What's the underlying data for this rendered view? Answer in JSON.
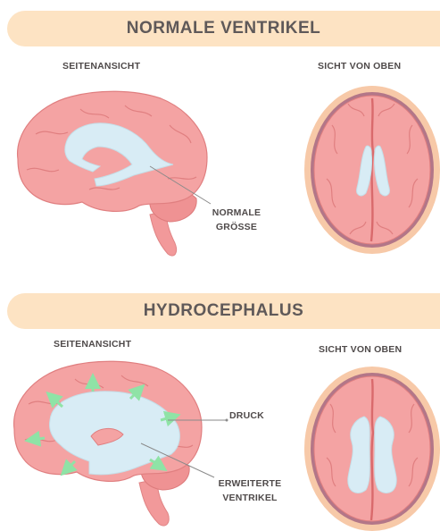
{
  "sections": {
    "normal": {
      "title": "NORMALE VENTRIKEL",
      "side_label": "SEITENANSICHT",
      "top_label": "SICHT VON OBEN",
      "annotation": [
        "NORMALE",
        "GRÖSSE"
      ]
    },
    "hydro": {
      "title": "HYDROCEPHALUS",
      "side_label": "SEITENANSICHT",
      "top_label": "SICHT VON OBEN",
      "annotation_pressure": "DRUCK",
      "annotation_ventricles": [
        "ERWEITERTE",
        "VENTRIKEL"
      ]
    }
  },
  "colors": {
    "banner": "#fde3c3",
    "brain": "#f4a3a3",
    "brain_dark": "#e57f80",
    "ventricle": "#d8ecf5",
    "skull_outer": "#f7c9a8",
    "skull_ring": "#a7687e",
    "arrow": "#8fe3a6"
  }
}
